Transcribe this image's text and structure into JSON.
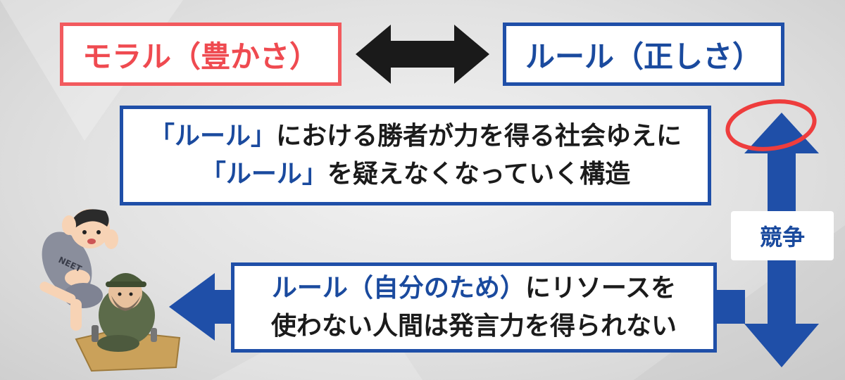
{
  "moral_box": {
    "text": "モラル（豊かさ）"
  },
  "rule_box": {
    "text": "ルール（正しさ）"
  },
  "center_box": {
    "line1_quoted": "「ルール」",
    "line1_rest": "における勝者が力を得る社会ゆえに",
    "line2_quoted": "「ルール」",
    "line2_rest": "を疑えなくなっていく構造"
  },
  "bottom_box": {
    "line1_blue": "ルール（自分のため）",
    "line1_rest": "にリソースを",
    "line2": "使わない人間は発言力を得られない"
  },
  "competition_label": {
    "text": "競争"
  },
  "icons": [
    "double-headed-arrow-icon",
    "vertical-double-arrow-icon",
    "left-arrow-icon",
    "red-circle-highlight-icon",
    "neet-person-illustration",
    "homeless-person-illustration"
  ],
  "colors": {
    "red": "#f25a5e",
    "blue": "#1f4fa8",
    "black": "#1a1a1a"
  }
}
